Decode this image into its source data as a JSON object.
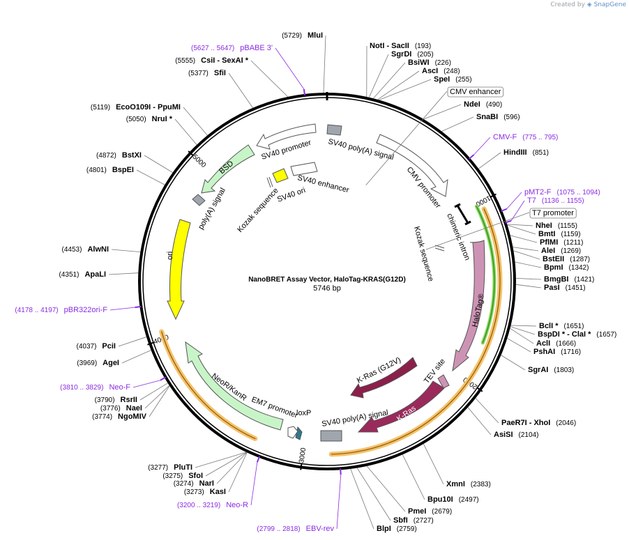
{
  "credit": {
    "prefix": "Created by",
    "brand": "SnapGene"
  },
  "center": {
    "title": "NanoBRET Assay Vector, HaloTag-KRAS(G12D)",
    "size": "5746 bp"
  },
  "total_bp": 5746,
  "ticks": [
    "1000",
    "2000",
    "3000",
    "4000",
    "5000"
  ],
  "enzymes": [
    {
      "name": "MluI",
      "pos": "(5729)"
    },
    {
      "name": "NotI - SacII",
      "pos": "(193)"
    },
    {
      "name": "SgrDI",
      "pos": "(205)"
    },
    {
      "name": "BsiWI",
      "pos": "(226)"
    },
    {
      "name": "AscI",
      "pos": "(248)"
    },
    {
      "name": "SpeI",
      "pos": "(255)"
    },
    {
      "name": "NdeI",
      "pos": "(490)"
    },
    {
      "name": "SnaBI",
      "pos": "(596)"
    },
    {
      "name": "HindIII",
      "pos": "(851)"
    },
    {
      "name": "NheI",
      "pos": "(1155)"
    },
    {
      "name": "BmtI",
      "pos": "(1159)"
    },
    {
      "name": "PflMI",
      "pos": "(1211)"
    },
    {
      "name": "AleI",
      "pos": "(1269)"
    },
    {
      "name": "BstEII",
      "pos": "(1287)"
    },
    {
      "name": "BpmI",
      "pos": "(1342)"
    },
    {
      "name": "BmgBI",
      "pos": "(1421)"
    },
    {
      "name": "PasI",
      "pos": "(1451)"
    },
    {
      "name": "BclI *",
      "pos": "(1651)"
    },
    {
      "name": "BspDI * - ClaI *",
      "pos": "(1657)"
    },
    {
      "name": "AclI",
      "pos": "(1666)"
    },
    {
      "name": "PshAI",
      "pos": "(1716)"
    },
    {
      "name": "SgrAI",
      "pos": "(1803)"
    },
    {
      "name": "PaeR7I - XhoI",
      "pos": "(2046)"
    },
    {
      "name": "AsiSI",
      "pos": "(2104)"
    },
    {
      "name": "XmnI",
      "pos": "(2383)"
    },
    {
      "name": "Bpu10I",
      "pos": "(2497)"
    },
    {
      "name": "PmeI",
      "pos": "(2679)"
    },
    {
      "name": "SbfI",
      "pos": "(2727)"
    },
    {
      "name": "BlpI",
      "pos": "(2759)"
    },
    {
      "name": "KasI",
      "pos": "(3273)"
    },
    {
      "name": "NarI",
      "pos": "(3274)"
    },
    {
      "name": "SfoI",
      "pos": "(3275)"
    },
    {
      "name": "PluTI",
      "pos": "(3277)"
    },
    {
      "name": "NgoMIV",
      "pos": "(3774)"
    },
    {
      "name": "NaeI",
      "pos": "(3776)"
    },
    {
      "name": "RsrII",
      "pos": "(3790)"
    },
    {
      "name": "AgeI",
      "pos": "(3969)"
    },
    {
      "name": "PciI",
      "pos": "(4037)"
    },
    {
      "name": "ApaLI",
      "pos": "(4351)"
    },
    {
      "name": "AlwNI",
      "pos": "(4453)"
    },
    {
      "name": "BspEI",
      "pos": "(4801)"
    },
    {
      "name": "BstXI",
      "pos": "(4872)"
    },
    {
      "name": "NruI *",
      "pos": "(5050)"
    },
    {
      "name": "EcoO109I - PpuMI",
      "pos": "(5119)"
    },
    {
      "name": "SfiI",
      "pos": "(5377)"
    },
    {
      "name": "CsiI - SexAI *",
      "pos": "(5555)"
    }
  ],
  "primers": [
    {
      "name": "pBABE 3'",
      "pos": "(5627 .. 5647)"
    },
    {
      "name": "CMV-F",
      "pos": "(775 .. 795)"
    },
    {
      "name": "pMT2-F",
      "pos": "(1075 .. 1094)"
    },
    {
      "name": "T7",
      "pos": "(1136 .. 1155)"
    },
    {
      "name": "pBR322ori-F",
      "pos": "(4178 .. 4197)"
    },
    {
      "name": "Neo-F",
      "pos": "(3810 .. 3829)"
    },
    {
      "name": "Neo-R",
      "pos": "(3200 .. 3219)"
    },
    {
      "name": "EBV-rev",
      "pos": "(2799 .. 2818)"
    }
  ],
  "boxed_labels": [
    "CMV enhancer",
    "T7 promoter"
  ],
  "features": [
    {
      "name": "SV40 poly(A) signal",
      "color": "#a0a6ae"
    },
    {
      "name": "CMV promoter",
      "color": "#ffffff"
    },
    {
      "name": "chimeric intron",
      "color": "#000000"
    },
    {
      "name": "Kozak sequence",
      "color": "#ffffff"
    },
    {
      "name": "HaloTag®",
      "color": "#cd93b4"
    },
    {
      "name": "TEV site",
      "color": "#cd93b4"
    },
    {
      "name": "K-Ras",
      "color": "#9a2a5b"
    },
    {
      "name": "K-Ras (G12V)",
      "color": "#8b1f4a"
    },
    {
      "name": "SV40 poly(A) signal",
      "color": "#a0a6ae"
    },
    {
      "name": "loxP",
      "color": "#2b7a8c"
    },
    {
      "name": "EM7 promoter",
      "color": "#ffffff"
    },
    {
      "name": "NeoR/KanR",
      "color": "#c8f5c8"
    },
    {
      "name": "ori",
      "color": "#ffff00"
    },
    {
      "name": "poly(A) signal",
      "color": "#a0a6ae"
    },
    {
      "name": "BSD",
      "color": "#c8f5c8"
    },
    {
      "name": "SV40 promoter",
      "color": "#ffffff"
    },
    {
      "name": "SV40 ori",
      "color": "#ffff00"
    },
    {
      "name": "SV40 enhancer",
      "color": "#ffffff"
    },
    {
      "name": "Kozak sequence",
      "color": "#ffffff"
    }
  ],
  "colors": {
    "backbone": "#000000",
    "primer": "#8a2be2",
    "orf_outline": "#f5c16a",
    "halotag_outline": "#7ed957"
  }
}
